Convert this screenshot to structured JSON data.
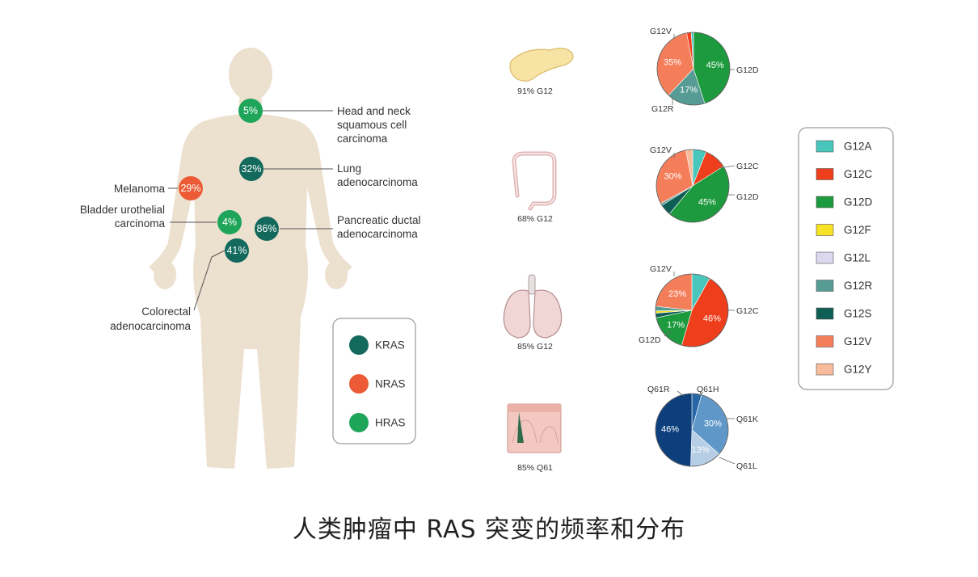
{
  "caption": "人类肿瘤中 RAS 突变的频率和分布",
  "colors": {
    "KRAS": "#12695c",
    "NRAS": "#ec5b35",
    "HRAS": "#1ea55a",
    "body": "#ece0cf",
    "G12A": "#49c6bb",
    "G12C": "#ef3e1b",
    "G12D": "#1d9a3d",
    "G12F": "#f7e227",
    "G12L": "#dcd8ee",
    "G12R": "#569c94",
    "G12S": "#0f5e55",
    "G12V": "#f57e5a",
    "G12Y": "#f8bb9c",
    "Q61R": "#0c3f7c",
    "Q61H": "#2867a6",
    "Q61K": "#5f98c8",
    "Q61L": "#b6cde6"
  },
  "body_map": {
    "sites": [
      {
        "gene": "HRAS",
        "value": "5%",
        "label": [
          "Head and neck",
          "squamous cell",
          "carcinoma"
        ]
      },
      {
        "gene": "KRAS",
        "value": "32%",
        "label": [
          "Lung",
          "adenocarcinoma"
        ]
      },
      {
        "gene": "NRAS",
        "value": "29%",
        "label": [
          "Melanoma"
        ]
      },
      {
        "gene": "HRAS",
        "value": "4%",
        "label": [
          "Bladder urothelial",
          "carcinoma"
        ]
      },
      {
        "gene": "KRAS",
        "value": "86%",
        "label": [
          "Pancreatic ductal",
          "adenocarcinoma"
        ]
      },
      {
        "gene": "KRAS",
        "value": "41%",
        "label": [
          "Colorectal",
          "adenocarcinoma"
        ]
      }
    ],
    "legend": [
      "KRAS",
      "NRAS",
      "HRAS"
    ]
  },
  "organs": [
    {
      "organ": "pancreas-icon",
      "caption": "91% G12"
    },
    {
      "organ": "colon-icon",
      "caption": "68% G12"
    },
    {
      "organ": "lung-icon",
      "caption": "85% G12"
    },
    {
      "organ": "skin-icon",
      "caption": "85% Q61"
    }
  ],
  "chart_data": [
    {
      "type": "pie",
      "title": "",
      "slices": [
        {
          "name": "G12D",
          "value": 45,
          "label": "45%"
        },
        {
          "name": "G12R",
          "value": 17,
          "label": "17%"
        },
        {
          "name": "G12V",
          "value": 35,
          "label": "35%"
        },
        {
          "name": "G12C",
          "value": 2
        },
        {
          "name": "G12A",
          "value": 1
        }
      ],
      "callouts": [
        "G12V",
        "G12D",
        "G12R"
      ]
    },
    {
      "type": "pie",
      "title": "",
      "slices": [
        {
          "name": "G12A",
          "value": 6
        },
        {
          "name": "G12C",
          "value": 10
        },
        {
          "name": "G12D",
          "value": 45,
          "label": "45%"
        },
        {
          "name": "G12S",
          "value": 5
        },
        {
          "name": "G12R",
          "value": 1
        },
        {
          "name": "G12V",
          "value": 30,
          "label": "30%"
        },
        {
          "name": "G12Y",
          "value": 3
        }
      ],
      "callouts": [
        "G12V",
        "G12C",
        "G12D"
      ]
    },
    {
      "type": "pie",
      "title": "",
      "slices": [
        {
          "name": "G12A",
          "value": 8
        },
        {
          "name": "G12C",
          "value": 46,
          "label": "46%"
        },
        {
          "name": "G12D",
          "value": 17,
          "label": "17%"
        },
        {
          "name": "G12S",
          "value": 2
        },
        {
          "name": "G12F",
          "value": 1
        },
        {
          "name": "G12R",
          "value": 2
        },
        {
          "name": "G12V",
          "value": 23,
          "label": "23%"
        }
      ],
      "callouts": [
        "G12V",
        "G12C",
        "G12D"
      ]
    },
    {
      "type": "pie",
      "title": "",
      "slices": [
        {
          "name": "Q61H",
          "value": 4
        },
        {
          "name": "Q61K",
          "value": 30,
          "label": "30%"
        },
        {
          "name": "Q61L",
          "value": 13,
          "label": "13%"
        },
        {
          "name": "Q61R",
          "value": 46,
          "label": "46%"
        }
      ],
      "callouts": [
        "Q61R",
        "Q61H",
        "Q61K",
        "Q61L"
      ]
    }
  ],
  "mutation_legend": [
    "G12A",
    "G12C",
    "G12D",
    "G12F",
    "G12L",
    "G12R",
    "G12S",
    "G12V",
    "G12Y"
  ]
}
